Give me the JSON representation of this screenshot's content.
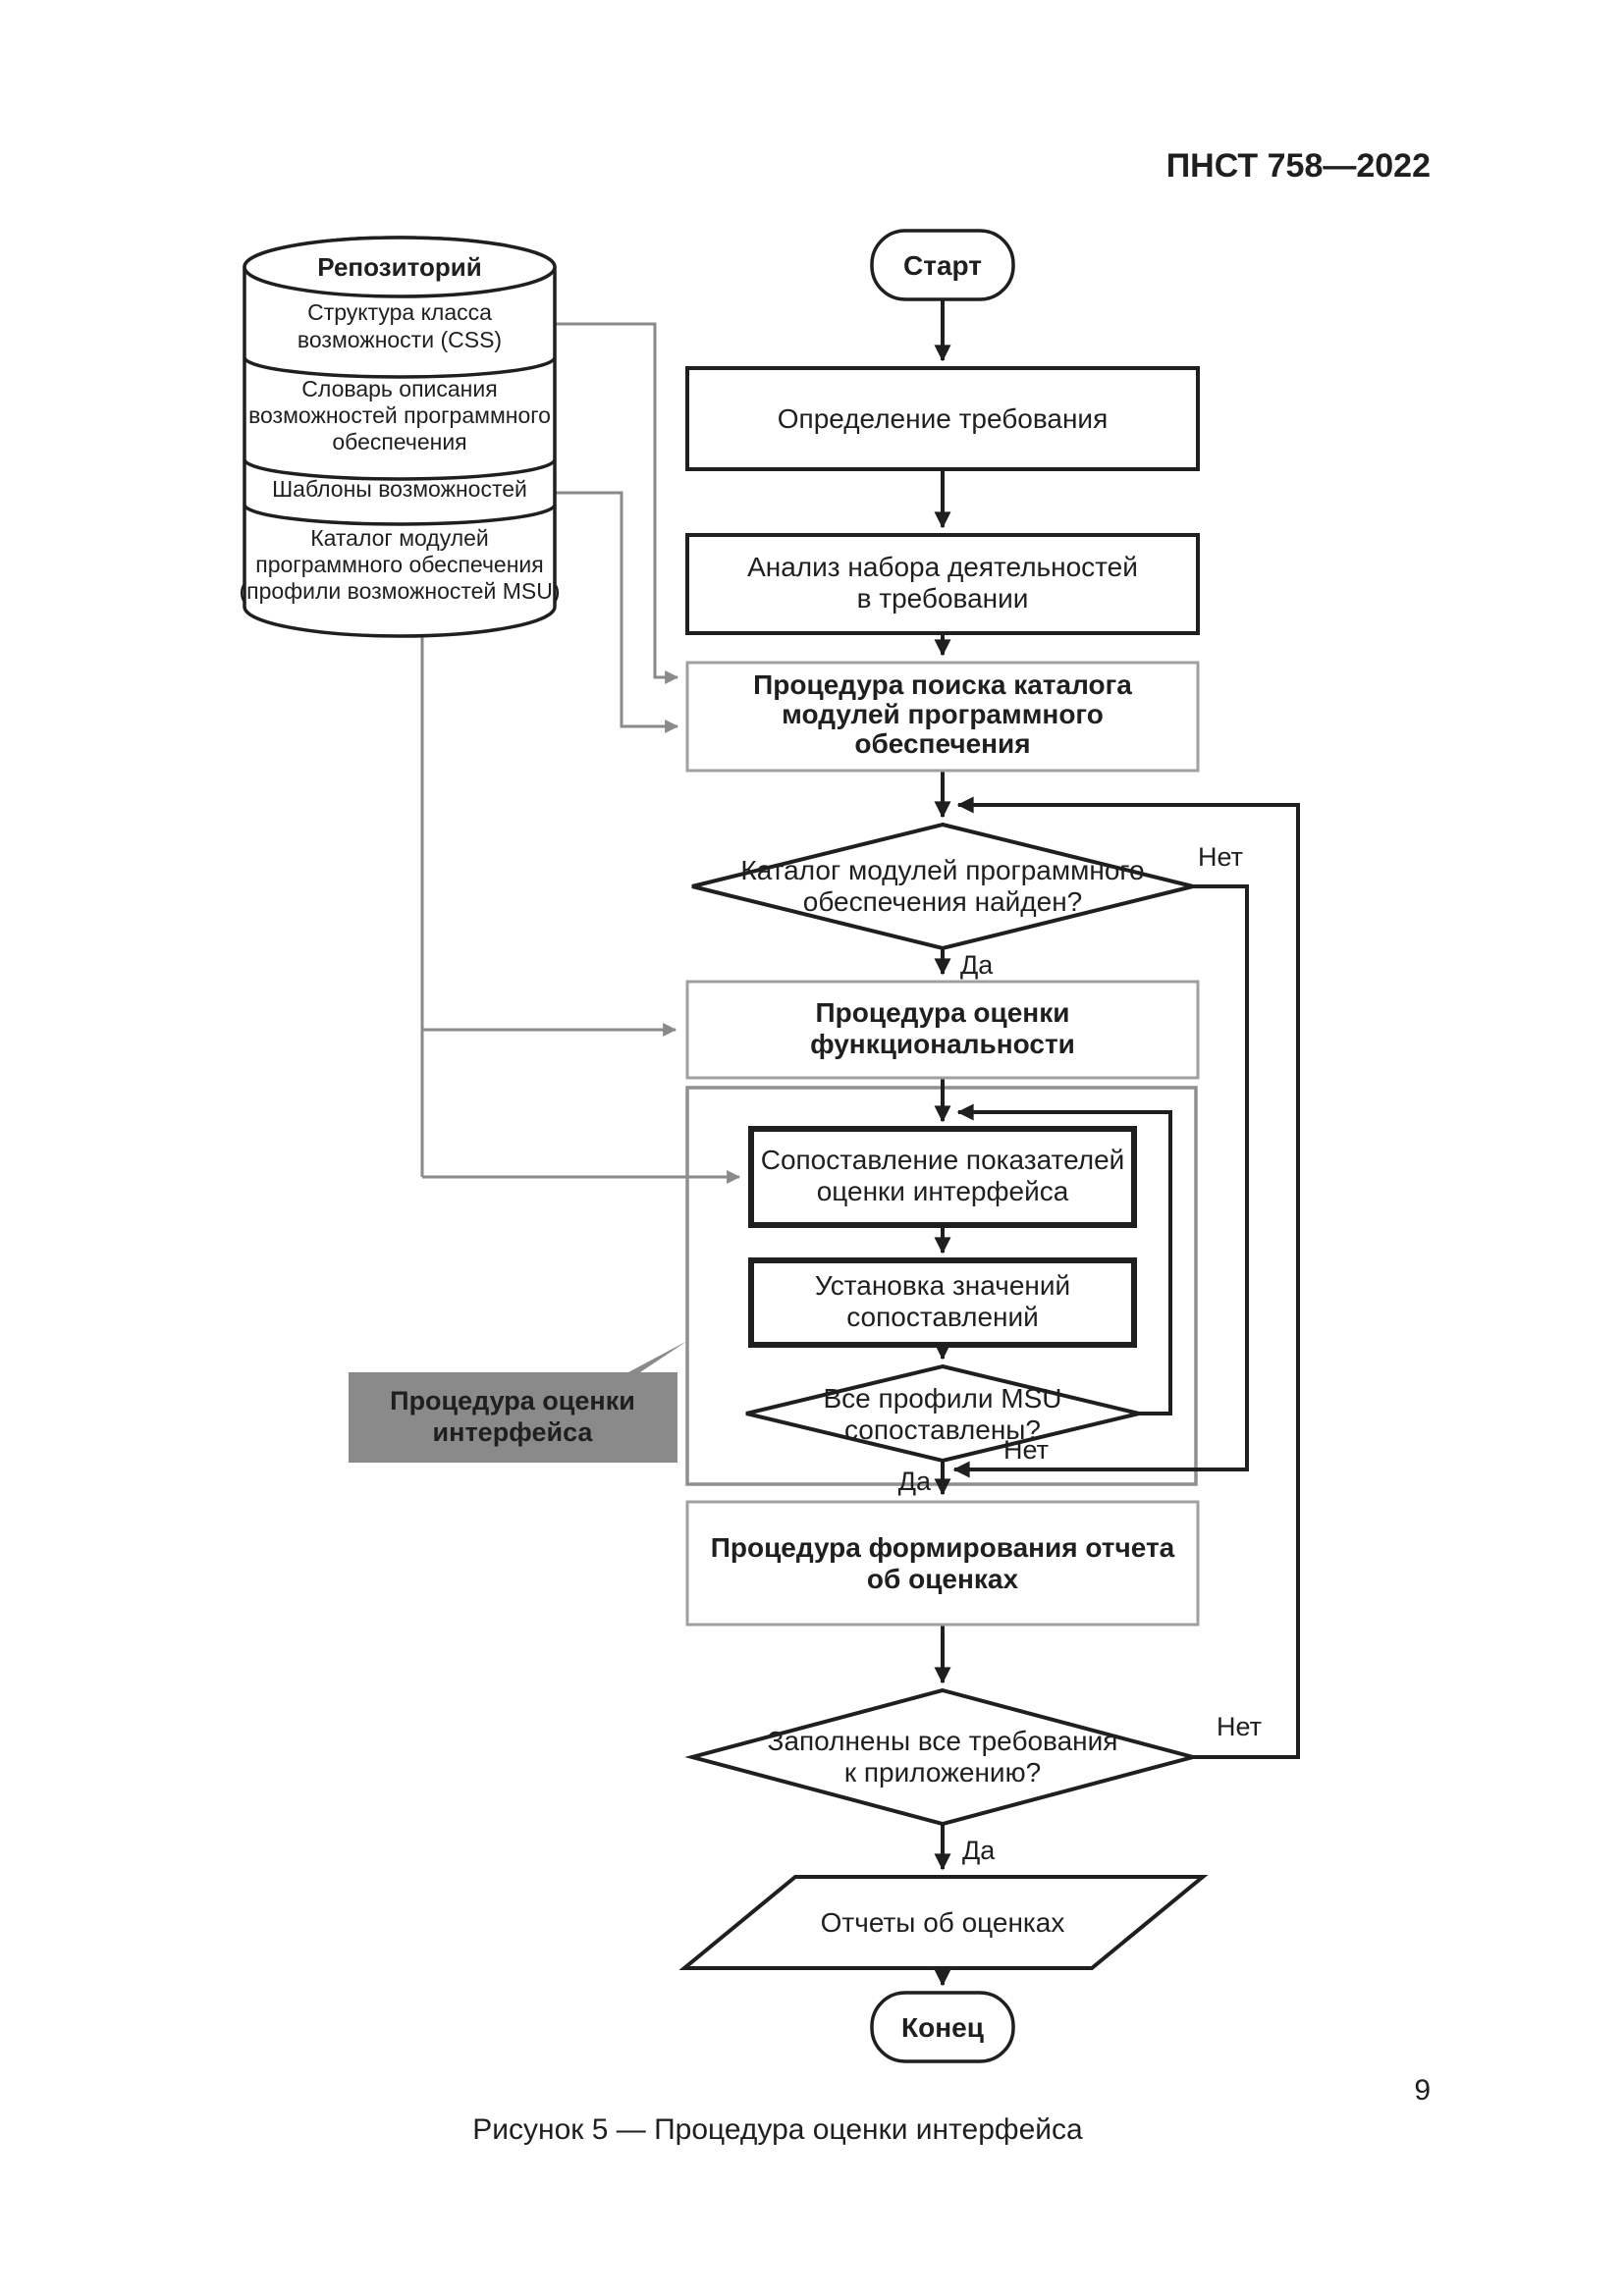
{
  "page": {
    "header": "ПНСТ 758—2022",
    "caption": "Рисунок 5 — Процедура оценки интерфейса",
    "page_number": "9"
  },
  "colors": {
    "ink": "#1f1f1f",
    "connector_gray": "#8a8a8a",
    "procedure_border_gray": "#a0a0a0",
    "group_border_gray": "#8f8f8f",
    "callout_fill": "#8a8a8a",
    "background": "#ffffff"
  },
  "repository": {
    "title": "Репозиторий",
    "segments": [
      {
        "lines": [
          "Структура класса",
          "возможности (CSS)"
        ]
      },
      {
        "lines": [
          "Словарь описания",
          "возможностей программного",
          "обеспечения"
        ]
      },
      {
        "lines": [
          "Шаблоны возможностей"
        ]
      },
      {
        "lines": [
          "Каталог модулей",
          "программного обеспечения",
          "(профили возможностей MSU)"
        ]
      }
    ]
  },
  "flowchart": {
    "start": {
      "label": "Старт"
    },
    "define_requirement": {
      "lines": [
        "Определение требования"
      ]
    },
    "analyze_activities": {
      "lines": [
        "Анализ набора деятельностей",
        "в требовании"
      ]
    },
    "search_catalog": {
      "lines": [
        "Процедура поиска каталога",
        "модулей программного",
        "обеспечения"
      ]
    },
    "catalog_found": {
      "lines": [
        "Каталог модулей программного",
        "обеспечения найден?"
      ],
      "yes": "Да",
      "no": "Нет"
    },
    "functionality_eval": {
      "lines": [
        "Процедура оценки",
        "функциональности"
      ]
    },
    "interface_callout": {
      "lines": [
        "Процедура оценки",
        "интерфейса"
      ]
    },
    "compare_indicators": {
      "lines": [
        "Сопоставление показателей",
        "оценки интерфейса"
      ]
    },
    "set_values": {
      "lines": [
        "Установка значений",
        "сопоставлений"
      ]
    },
    "all_profiles_matched": {
      "lines": [
        "Все профили MSU",
        "сопоставлены?"
      ],
      "yes": "Да",
      "no": "Нет"
    },
    "report_generation": {
      "lines": [
        "Процедура формирования отчета",
        "об оценках"
      ]
    },
    "all_requirements_filled": {
      "lines": [
        "Заполнены все требования",
        "к приложению?"
      ],
      "yes": "Да",
      "no": "Нет"
    },
    "reports_output": {
      "lines": [
        "Отчеты об оценках"
      ]
    },
    "end": {
      "label": "Конец"
    }
  }
}
